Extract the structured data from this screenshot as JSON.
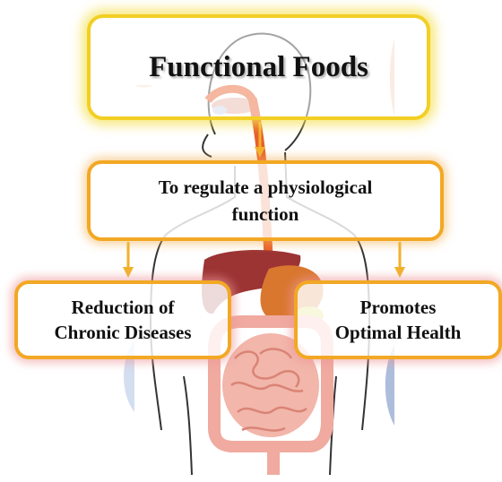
{
  "title": "Functional Foods",
  "regulate": "To regulate a physiological\nfunction",
  "left_outcome": "Reduction of\nChronic Diseases",
  "right_outcome": "Promotes\nOptimal Health",
  "colors": {
    "title_border": "#f2cf23",
    "box_border": "#f2a824",
    "arrow": "#f2b12a",
    "esophagus": "#e8602a",
    "liver": "#9c3434",
    "intestine": "#f0aaa0"
  }
}
